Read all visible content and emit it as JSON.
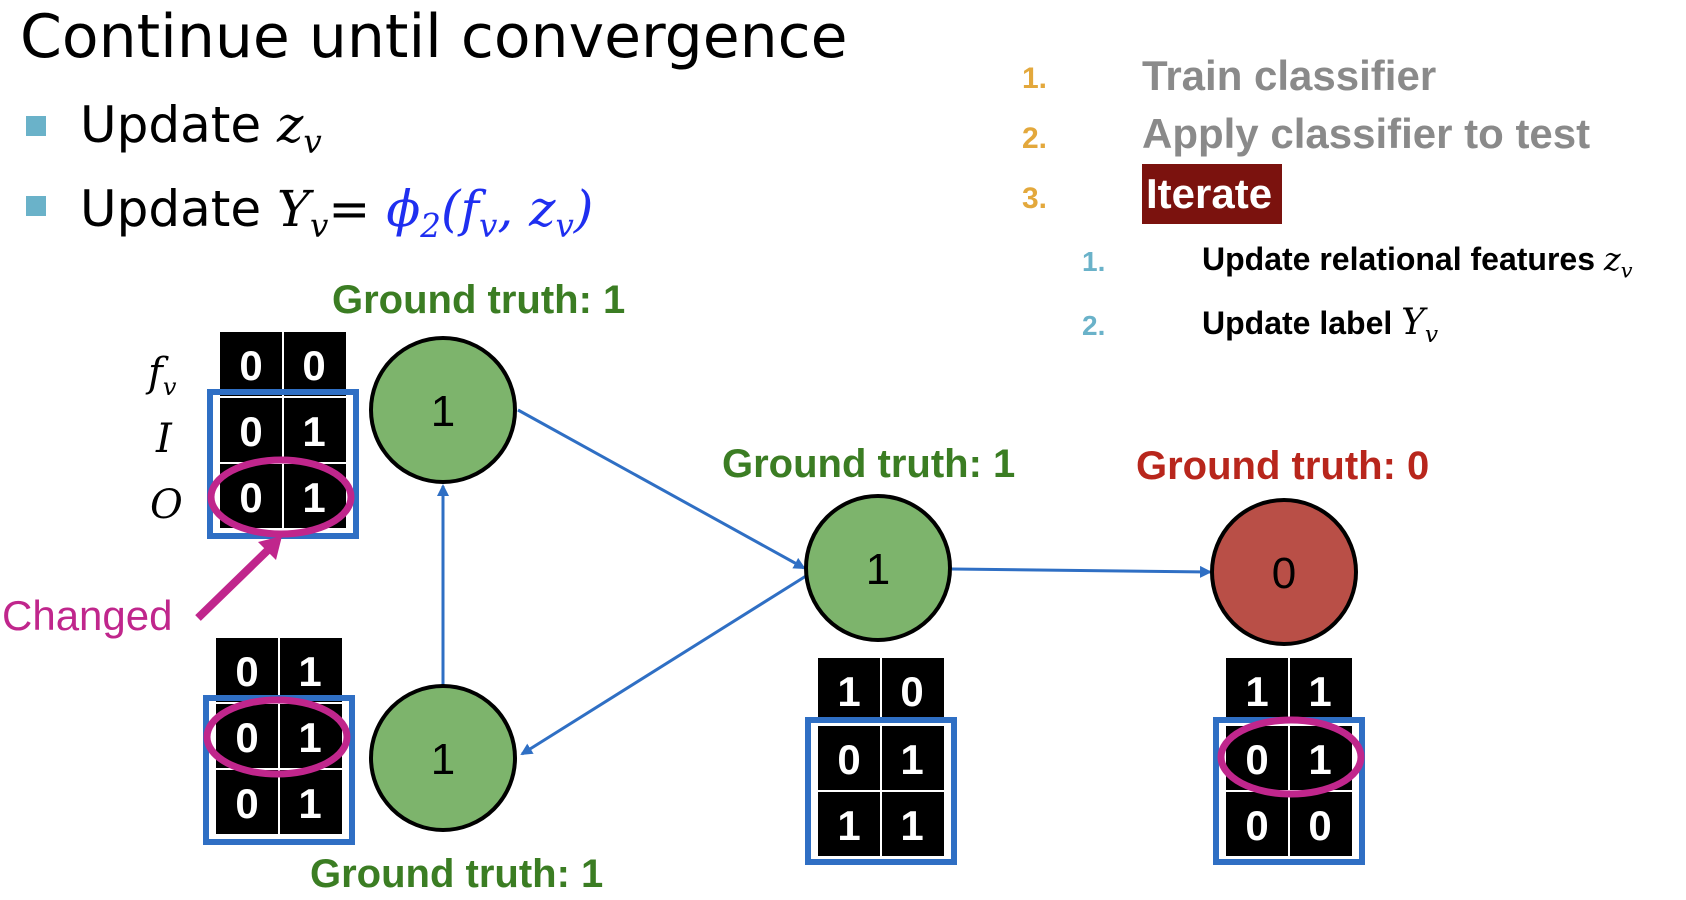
{
  "title": "Continue until convergence",
  "bullets": {
    "b1_text": "Update ",
    "b1_math": "z",
    "b1_sub": "v",
    "b2_text": "Update ",
    "b2_math_lhs": "Y",
    "b2_math_lhs_sub": "v",
    "b2_eq": "=",
    "b2_math_rhs": "ϕ",
    "b2_math_rhs_sub": "2",
    "b2_args_open": "(f",
    "b2_args_f_sub": "v",
    "b2_args_sep": ", z",
    "b2_args_z_sub": "v",
    "b2_args_close": ")"
  },
  "steps": {
    "n1": "1.",
    "s1": "Train classifier",
    "n2": "2.",
    "s2": "Apply classifier to test",
    "n3": "3.",
    "s3": "Iterate",
    "sub_n1": "1.",
    "sub_s1": "Update relational features",
    "sub_s1_math": "z",
    "sub_s1_sub": "v",
    "sub_n2": "2.",
    "sub_s2": "Update label",
    "sub_s2_math": "Y",
    "sub_s2_sub": "v"
  },
  "labels": {
    "row_f": "f",
    "row_f_sub": "v",
    "row_i": "I",
    "row_o": "O",
    "changed": "Changed"
  },
  "nodes": [
    {
      "label": "1",
      "ground_truth": "Ground truth: 1",
      "color": "#7db46c"
    },
    {
      "label": "1",
      "ground_truth": "Ground truth: 1",
      "color": "#7db46c"
    },
    {
      "label": "1",
      "ground_truth": "Ground truth: 1",
      "color": "#7db46c"
    },
    {
      "label": "0",
      "ground_truth": "Ground truth: 0",
      "color": "#b94f47"
    }
  ],
  "tables": [
    {
      "rows": [
        [
          "0",
          "0"
        ],
        [
          "0",
          "1"
        ],
        [
          "0",
          "1"
        ]
      ]
    },
    {
      "rows": [
        [
          "0",
          "1"
        ],
        [
          "0",
          "1"
        ],
        [
          "0",
          "1"
        ]
      ]
    },
    {
      "rows": [
        [
          "1",
          "0"
        ],
        [
          "0",
          "1"
        ],
        [
          "1",
          "1"
        ]
      ]
    },
    {
      "rows": [
        [
          "1",
          "1"
        ],
        [
          "0",
          "1"
        ],
        [
          "0",
          "0"
        ]
      ]
    }
  ],
  "colors": {
    "accent_blue": "#2f6fc4",
    "highlight_magenta": "#c0268c",
    "green_text": "#3b7d23",
    "red_text": "#b8261c",
    "step_num_orange": "#e3a83c",
    "step_grey": "#8a8a8a",
    "sub_num_blue": "#6ab2c9",
    "iterate_bg": "#7b120e"
  }
}
